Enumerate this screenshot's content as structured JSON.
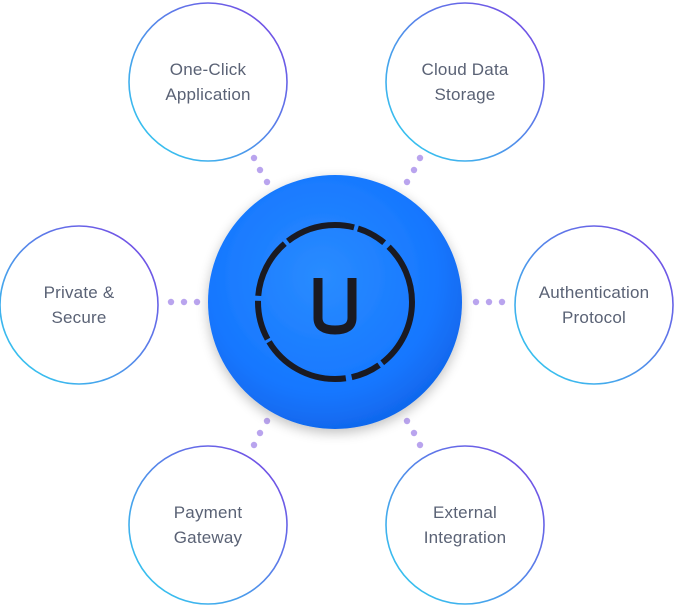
{
  "diagram": {
    "type": "hub-and-spoke",
    "hub": {
      "logo_letter": "U",
      "color": "#1677ff"
    },
    "nodes": [
      {
        "id": "one-click-application",
        "lines": [
          "One-Click",
          "Application"
        ]
      },
      {
        "id": "cloud-data-storage",
        "lines": [
          "Cloud Data",
          "Storage"
        ]
      },
      {
        "id": "private-secure",
        "lines": [
          "Private &",
          "Secure"
        ]
      },
      {
        "id": "authentication-protocol",
        "lines": [
          "Authentication",
          "Protocol"
        ]
      },
      {
        "id": "payment-gateway",
        "lines": [
          "Payment",
          "Gateway"
        ]
      },
      {
        "id": "external-integration",
        "lines": [
          "External",
          "Integration"
        ]
      }
    ],
    "ring_gradient": [
      "#2dd4f0",
      "#7b3fe4"
    ],
    "connector_dot_color": "#b9a4ee",
    "label_color": "#5a6275"
  }
}
